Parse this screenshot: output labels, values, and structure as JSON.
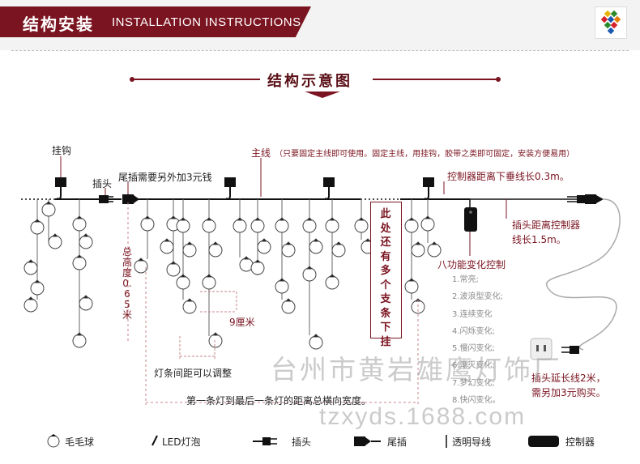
{
  "header": {
    "title_cn": "结构安装",
    "title_en": "INSTALLATION INSTRUCTIONS"
  },
  "section_title": "结构示意图",
  "labels": {
    "hook": "挂钩",
    "plug": "插头",
    "tail_plug_note": "尾插需要另外加3元钱",
    "main_line": "主线",
    "main_line_note": "（只要固定主线即可使用。固定主线，用挂钩，胶带之类即可固定，安装方便易用）",
    "controller_drop": "控制器距离下垂线长0.3m。",
    "plug_to_controller_1": "插头距离控制器",
    "plug_to_controller_2": "线长1.5m。",
    "multi_branch": "此处还有多个支条下挂",
    "total_height": "总高度0.65米",
    "spacing_9cm": "9厘米",
    "strip_spacing": "灯条间距可以调整",
    "total_width": "第一条灯到最后一条灯的距离总横向宽度。",
    "eight_function": "八功能变化控制",
    "ext_cord_1": "插头延长线2米，",
    "ext_cord_2": "需另加3元购买。"
  },
  "modes": [
    "1.常亮;",
    "2.波浪型变化;",
    "3.连续变化",
    "4.闪烁变化;",
    "5.慢闪变化;",
    "6.渐灭变化;",
    "7.梦幻变化;",
    "8.快闪变化。"
  ],
  "legend": {
    "ball": "毛毛球",
    "led": "LED灯泡",
    "plug": "插头",
    "tail": "尾插",
    "wire": "透明导线",
    "controller": "控制器"
  },
  "watermarks": {
    "company": "台州市黄岩雄鹰灯饰厂",
    "site": "tzxyds.1688.com"
  },
  "colors": {
    "accent": "#7a1420",
    "wire": "#111111",
    "dim_line": "#c9848c"
  }
}
